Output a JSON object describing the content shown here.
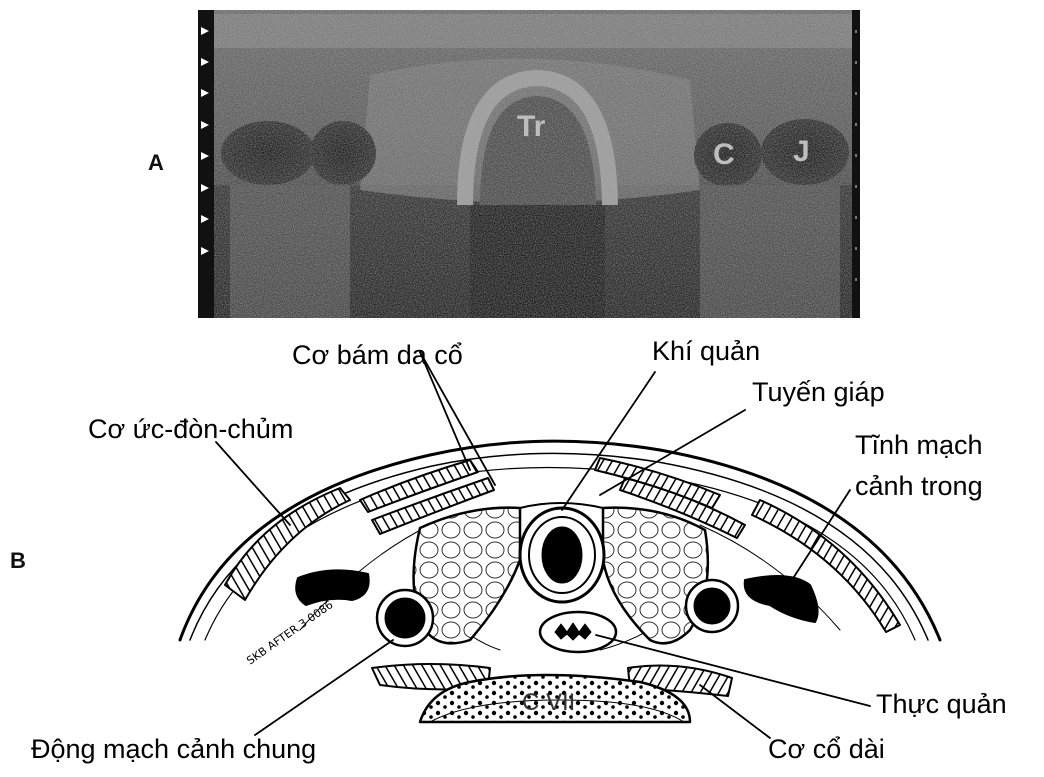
{
  "panels": {
    "a": "A",
    "b": "B"
  },
  "ultrasound": {
    "trachea": "Tr",
    "carotid": "C",
    "jugular": "J"
  },
  "labels": {
    "strap_muscles": "Cơ bám da cổ",
    "trachea": "Khí quản",
    "thyroid": "Tuyến giáp",
    "scm": "Cơ ức-đòn-chủm",
    "ijv_line1": "Tĩnh mạch",
    "ijv_line2": "cảnh trong",
    "esophagus": "Thực quản",
    "cca": "Động mạch cảnh chung",
    "longus_colli": "Cơ cổ dài",
    "vertebra": "C VII"
  },
  "colors": {
    "ultrasound_bg": "#3a3a3a",
    "ink": "#000000"
  }
}
